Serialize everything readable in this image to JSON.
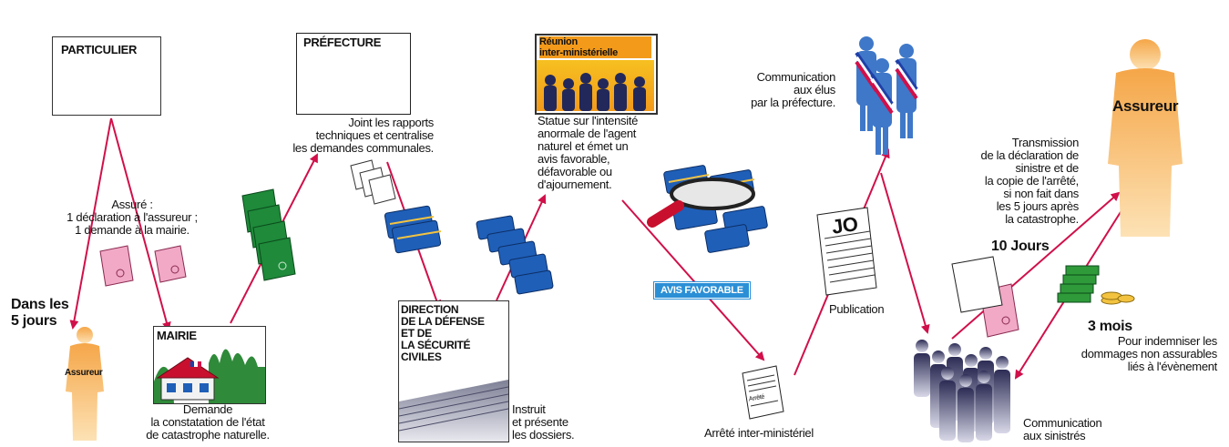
{
  "steps": {
    "particulier": "PARTICULIER",
    "prefecture": "PRÉFECTURE",
    "prefecture_desc": "Joint les rapports\ntechniques et centralise\nles demandes communales.",
    "reunion": "Réunion\ninter-ministérielle",
    "reunion_desc": "Statue sur l'intensité\nanormale de l'agent\nnaturel et émet un\navis favorable,\ndéfavorable ou\nd'ajournement.",
    "communication_elus": "Communication\naux élus\npar la préfecture.",
    "assure": "Assuré :\n1 déclaration à l'assureur ;\n1 demande à la mairie.",
    "dans_les": "Dans les\n5 jours",
    "assureur_small": "Assureur",
    "mairie": "MAIRIE",
    "mairie_desc": "Demande\nla constatation de l'état\nde catastrophe naturelle.",
    "direction": "DIRECTION\nDE  LA DÉFENSE\nET DE\nLA SÉCURITÉ\nCIVILES",
    "direction_desc": "Instruit\net présente\nles dossiers.",
    "avis_favorable": "AVIS FAVORABLE",
    "jo": "JO",
    "publication": "Publication",
    "arrete_doc": "Arrêté",
    "arrete": "Arrêté inter-ministériel",
    "assureur": "Assureur",
    "transmission": "Transmission\nde la déclaration de\nsinistre et de\nla copie de l'arrêté,\nsi non fait dans\nles 5 jours après\nla catastrophe.",
    "dix_jours": "10 Jours",
    "trois_mois": "3 mois",
    "indemniser": "Pour indemniser les\ndommages non assurables\nliés à l'évènement",
    "communication_sinistres": "Communication\naux sinistrés"
  },
  "icons": [
    "house-icon",
    "prefecture-building-icon",
    "meeting-people-icon",
    "officials-sash-icon",
    "person-silhouette-icon",
    "mairie-house-icon",
    "office-building-icon",
    "folder-stack-icon",
    "magnifier-icon",
    "document-icon",
    "money-icon",
    "crowd-icon"
  ],
  "colors": {
    "arrow": "#d0104a",
    "folder": "#1f5fb8",
    "green_doc": "#1e8a3a",
    "pink_doc": "#f1a9c6",
    "person": "#f7b864",
    "crowd": "#5c5c8a",
    "avis_bg": "#2b8fd6"
  }
}
